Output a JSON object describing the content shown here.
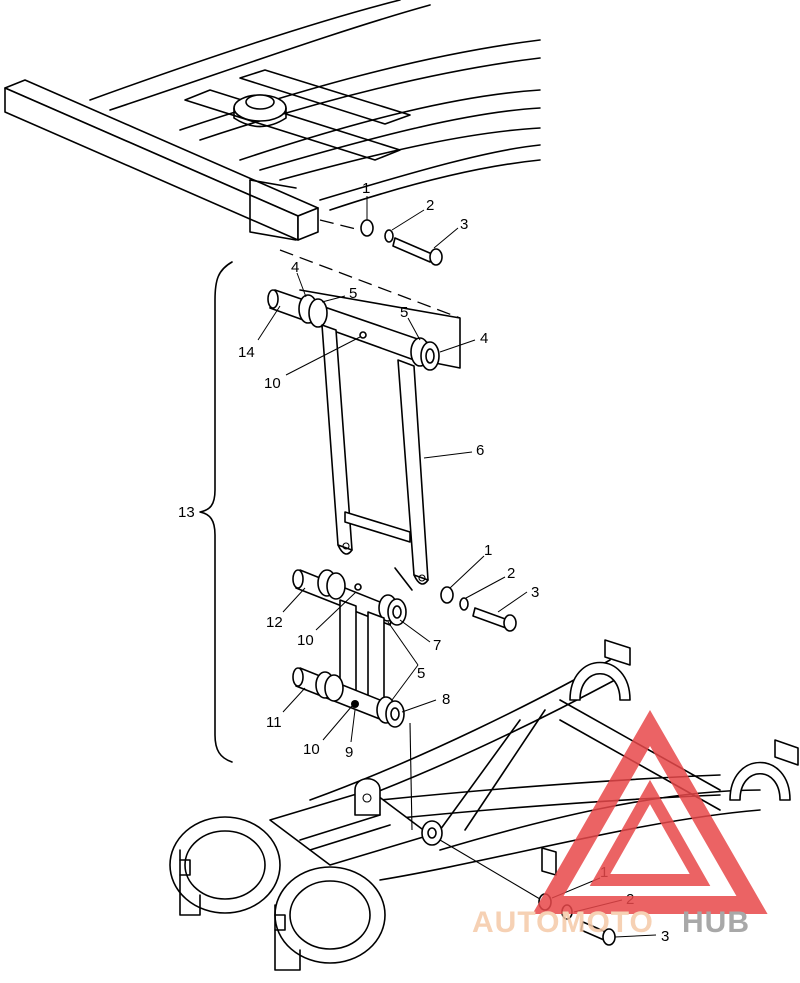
{
  "callouts": {
    "c1_top": "1",
    "c2_top": "2",
    "c3_top": "3",
    "c4_left": "4",
    "c5_left": "5",
    "c5_right": "5",
    "c4_right": "4",
    "c14": "14",
    "c10_upper": "10",
    "c6": "6",
    "c13": "13",
    "c1_mid": "1",
    "c2_mid": "2",
    "c3_mid": "3",
    "c12": "12",
    "c10_mid": "10",
    "c7": "7",
    "c5_mid": "5",
    "c11": "11",
    "c10_low": "10",
    "c9": "9",
    "c8": "8",
    "c1_bot": "1",
    "c2_bot": "2",
    "c3_bot": "3"
  },
  "watermark": {
    "part1": "AUTOMOTO",
    "part2": "HUB",
    "color1": "#f5c9a8",
    "color2": "#9a9a9a",
    "triangle_color": "#e8484a"
  }
}
